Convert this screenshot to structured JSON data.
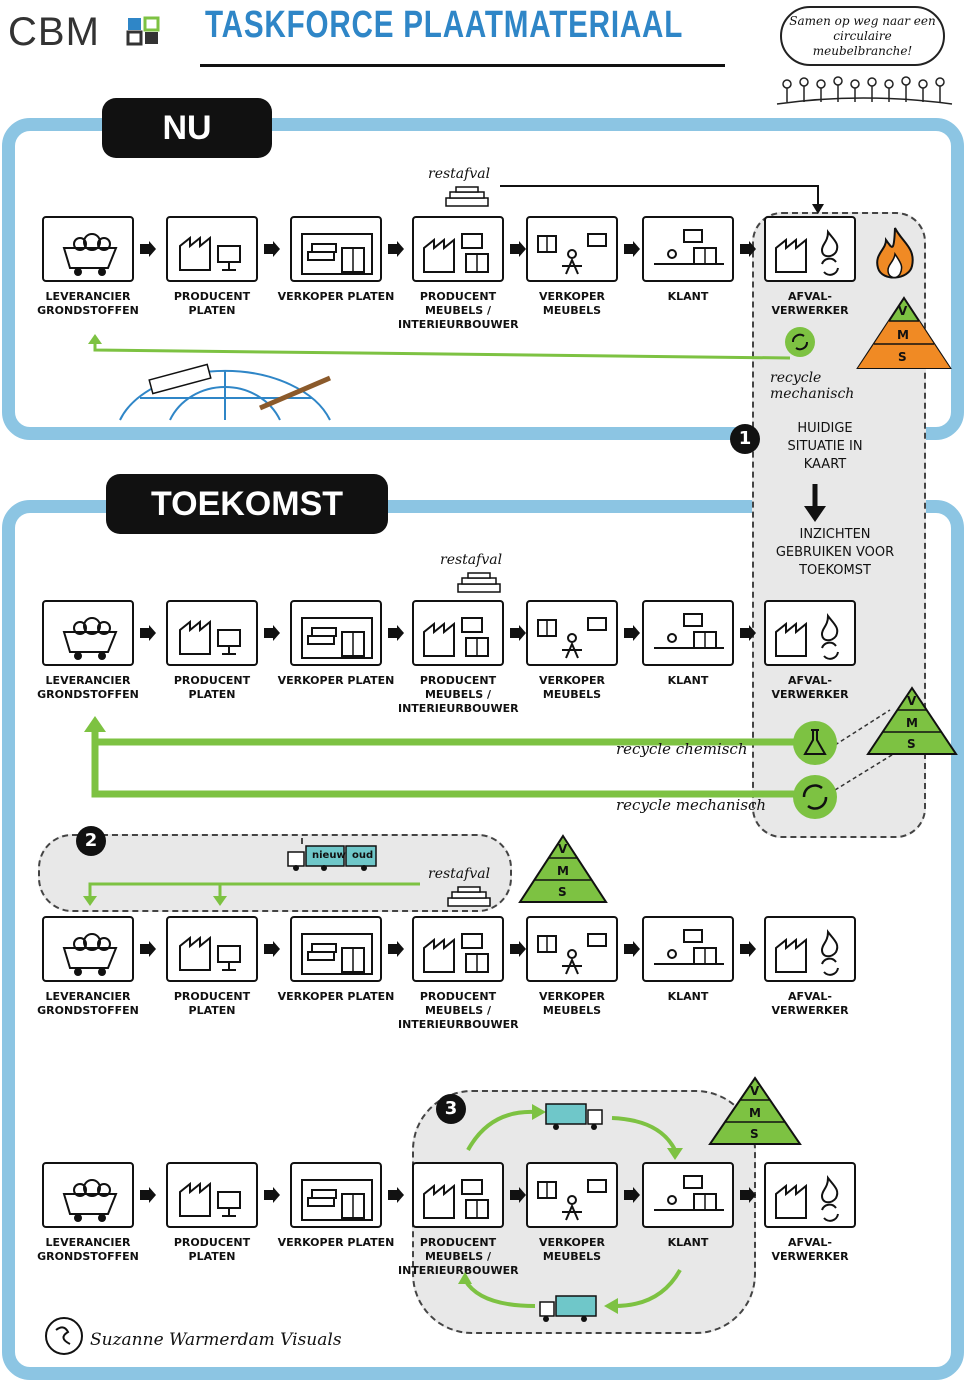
{
  "header": {
    "logo": "CBM",
    "title": "TASKFORCE PLAATMATERIAAL",
    "motto": "Samen op weg naar een circulaire meubelbranche!"
  },
  "sections": {
    "nu": "NU",
    "toekomst": "TOEKOMST"
  },
  "chain": [
    "LEVERANCIER GRONDSTOFFEN",
    "PRODUCENT PLATEN",
    "VERKOPER PLATEN",
    "PRODUCENT MEUBELS / INTERIEURBOUWER",
    "VERKOPER MEUBELS",
    "KLANT",
    "AFVAL- VERWERKER"
  ],
  "notes": {
    "restafval": "restafval",
    "recycle_mechanisch": "recycle mechanisch",
    "recycle_chemisch": "recycle chemisch",
    "huidige": "HUIDIGE SITUATIE IN KAART",
    "inzichten": "INZICHTEN GEBRUIKEN VOOR TOEKOMST",
    "nieuw": "nieuw",
    "oud": "oud"
  },
  "steps": [
    "1",
    "2",
    "3"
  ],
  "vms": {
    "v": "V",
    "m": "M",
    "s": "S"
  },
  "signature": "Suzanne Warmerdam Visuals",
  "colors": {
    "blue": "#8cc5e3",
    "green": "#7dc242",
    "orange": "#f08a24",
    "gray": "#e8e8e8"
  }
}
